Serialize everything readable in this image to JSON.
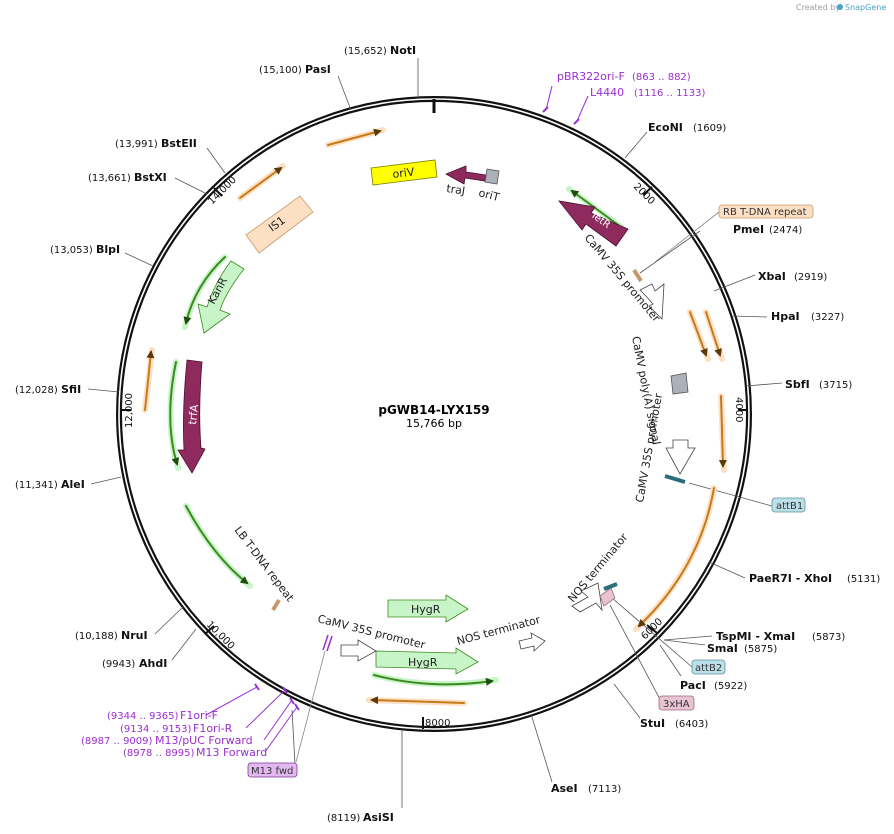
{
  "credit": {
    "text": "Created by",
    "brand": "SnapGene"
  },
  "plasmid": {
    "name": "pGWB14-LYX159",
    "length": "15,766 bp"
  },
  "ticks": [
    "2000",
    "4000",
    "6000",
    "8000",
    "10,000",
    "12,000",
    "14,000"
  ],
  "enzymes": {
    "noti": {
      "name": "NotI",
      "pos": "(15,652)"
    },
    "pasi": {
      "name": "PasI",
      "pos": "(15,100)"
    },
    "bsteii": {
      "name": "BstEII",
      "pos": "(13,991)"
    },
    "bstxi": {
      "name": "BstXI",
      "pos": "(13,661)"
    },
    "blpi": {
      "name": "BlpI",
      "pos": "(13,053)"
    },
    "sfii": {
      "name": "SfiI",
      "pos": "(12,028)"
    },
    "alei": {
      "name": "AleI",
      "pos": "(11,341)"
    },
    "nrui": {
      "name": "NruI",
      "pos": "(10,188)"
    },
    "ahdi": {
      "name": "AhdI",
      "pos": "(9943)"
    },
    "asisi": {
      "name": "AsiSI",
      "pos": "(8119)"
    },
    "asei": {
      "name": "AseI",
      "pos": "(7113)"
    },
    "stui": {
      "name": "StuI",
      "pos": "(6403)"
    },
    "paci": {
      "name": "PacI",
      "pos": "(5922)"
    },
    "smai": {
      "name": "SmaI",
      "pos": "(5875)"
    },
    "tspmi": {
      "name": "TspMI - XmaI",
      "pos": "(5873)"
    },
    "paer7i": {
      "name": "PaeR7I - XhoI",
      "pos": "(5131)"
    },
    "sbfi": {
      "name": "SbfI",
      "pos": "(3715)"
    },
    "hpai": {
      "name": "HpaI",
      "pos": "(3227)"
    },
    "xbai": {
      "name": "XbaI",
      "pos": "(2919)"
    },
    "pmei": {
      "name": "PmeI",
      "pos": "(2474)"
    },
    "econi": {
      "name": "EcoNI",
      "pos": "(1609)"
    }
  },
  "primers": {
    "pbr": {
      "name": "pBR322ori-F",
      "pos": "(863 .. 882)"
    },
    "l4440": {
      "name": "L4440",
      "pos": "(1116 .. 1133)"
    },
    "f1f": {
      "name": "F1ori-F",
      "pos": "(9344 .. 9365)"
    },
    "f1r": {
      "name": "F1ori-R",
      "pos": "(9134 .. 9153)"
    },
    "m13puc": {
      "name": "M13/pUC Forward",
      "pos": "(8987 .. 9009)"
    },
    "m13f": {
      "name": "M13 Forward",
      "pos": "(8978 .. 8995)"
    }
  },
  "boxes": {
    "rb": "RB T-DNA repeat",
    "attb1": "attB1",
    "attb2": "attB2",
    "ha": "3xHA",
    "m13fwd": "M13 fwd"
  },
  "features": {
    "oriv": "oriV",
    "traj": "traJ",
    "orit": "oriT",
    "is1": "IS1",
    "kanr": "KanR",
    "trfa": "trfA",
    "tetr": "TetR",
    "hygr1": "HygR",
    "hygr2": "HygR",
    "camv1": "CaMV 35S promoter",
    "polya": "CaMV poly(A) signal",
    "camv2": "CaMV 35S promoter",
    "nos1": "NOS terminator",
    "nos2": "NOS terminator",
    "camv3": "CaMV 35S promoter",
    "lb": "LB T-DNA repeat"
  },
  "colors": {
    "backbone": "#111111",
    "orf_purple": "#8e2a5e",
    "promoter": "#ffffff",
    "marker_green": "#c8f5c8",
    "ori_yellow": "#ffff00",
    "is_peach": "#fde0c4",
    "primer_purple": "#9a2fd0",
    "tag_blue": "#bde0e8",
    "tag_pink": "#e8c4d2",
    "orange_line": "#c77a1a",
    "green_line": "#3c8a1e"
  }
}
